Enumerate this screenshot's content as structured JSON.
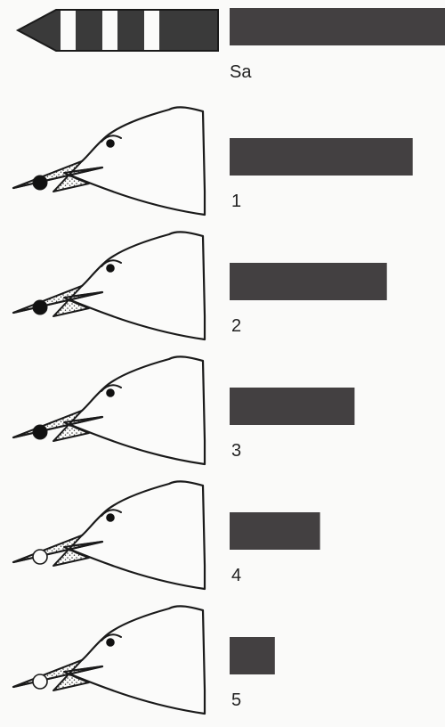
{
  "figure": {
    "colors": {
      "bar": "#434041",
      "outline": "#1a1a1a",
      "stipple": "#2a2a2a",
      "background": "#fafaf9"
    },
    "stimulus": {
      "label": "Sa",
      "response_fraction": 1.0
    },
    "rows": [
      {
        "label": "1",
        "bill_spot": "dark",
        "response_fraction": 0.85
      },
      {
        "label": "2",
        "bill_spot": "dark",
        "response_fraction": 0.73
      },
      {
        "label": "3",
        "bill_spot": "dark",
        "response_fraction": 0.58
      },
      {
        "label": "4",
        "bill_spot": "light",
        "response_fraction": 0.42
      },
      {
        "label": "5",
        "bill_spot": "light",
        "response_fraction": 0.21
      }
    ]
  }
}
